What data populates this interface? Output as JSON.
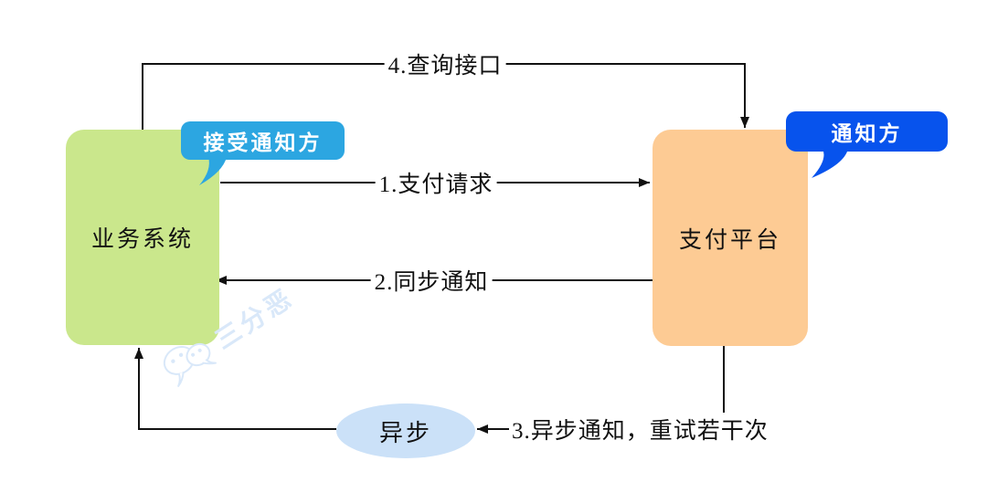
{
  "diagram": {
    "nodes": [
      {
        "id": "business-system",
        "label": "业务系统",
        "shape": "rounded-rect",
        "fill": "#CAE78C"
      },
      {
        "id": "payment-platform",
        "label": "支付平台",
        "shape": "rounded-rect",
        "fill": "#FDCB94"
      },
      {
        "id": "async",
        "label": "异步",
        "shape": "ellipse",
        "fill": "#CBE1F8"
      }
    ],
    "callouts": [
      {
        "id": "receiver",
        "label": "接受通知方",
        "fill": "#2CA6E1",
        "text_color": "#ffffff",
        "attached_to": "business-system"
      },
      {
        "id": "notifier",
        "label": "通知方",
        "fill": "#0753ED",
        "text_color": "#ffffff",
        "attached_to": "payment-platform"
      }
    ],
    "edges": [
      {
        "id": "e1",
        "label": "1.支付请求",
        "from": "business-system",
        "to": "payment-platform"
      },
      {
        "id": "e2",
        "label": "2.同步通知",
        "from": "payment-platform",
        "to": "business-system"
      },
      {
        "id": "e3",
        "label": "3.异步通知，重试若干次",
        "from": "payment-platform",
        "to": "async"
      },
      {
        "id": "e3b",
        "label": "",
        "from": "async",
        "to": "business-system"
      },
      {
        "id": "e4",
        "label": "4.查询接口",
        "from": "business-system",
        "to": "payment-platform"
      }
    ],
    "line_color": "#111111",
    "watermark": {
      "text": "三分恶",
      "color": "#D9E8F9",
      "icon": "wechat-chat-bubbles-icon"
    }
  }
}
